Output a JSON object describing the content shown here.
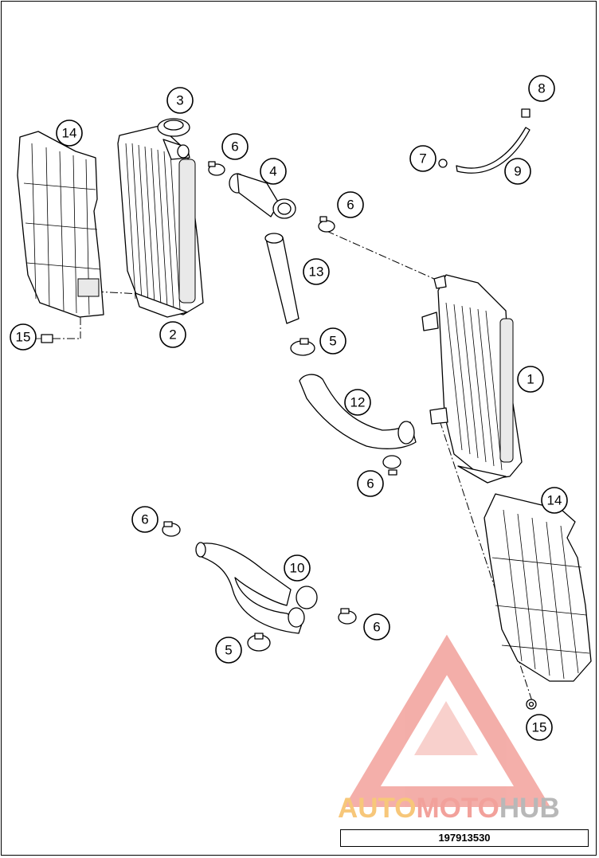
{
  "diagram": {
    "type": "exploded-parts-view",
    "callouts": [
      {
        "id": "c1",
        "label": "1"
      },
      {
        "id": "c2",
        "label": "2"
      },
      {
        "id": "c3",
        "label": "3"
      },
      {
        "id": "c4",
        "label": "4"
      },
      {
        "id": "c5a",
        "label": "5"
      },
      {
        "id": "c5b",
        "label": "5"
      },
      {
        "id": "c6a",
        "label": "6"
      },
      {
        "id": "c6b",
        "label": "6"
      },
      {
        "id": "c6c",
        "label": "6"
      },
      {
        "id": "c6d",
        "label": "6"
      },
      {
        "id": "c6e",
        "label": "6"
      },
      {
        "id": "c7",
        "label": "7"
      },
      {
        "id": "c8",
        "label": "8"
      },
      {
        "id": "c9",
        "label": "9"
      },
      {
        "id": "c10",
        "label": "10"
      },
      {
        "id": "c12",
        "label": "12"
      },
      {
        "id": "c13",
        "label": "13"
      },
      {
        "id": "c14a",
        "label": "14"
      },
      {
        "id": "c14b",
        "label": "14"
      },
      {
        "id": "c15a",
        "label": "15"
      },
      {
        "id": "c15b",
        "label": "15"
      }
    ],
    "document_number": "197913530"
  },
  "watermark": {
    "part1": "AUTO",
    "part2": "MOTO",
    "part3": "HUB",
    "colors": {
      "triangle": "#f2a19b",
      "auto": "#f7c77a",
      "moto": "#f2a19b",
      "hub": "#b8b8b8"
    }
  }
}
